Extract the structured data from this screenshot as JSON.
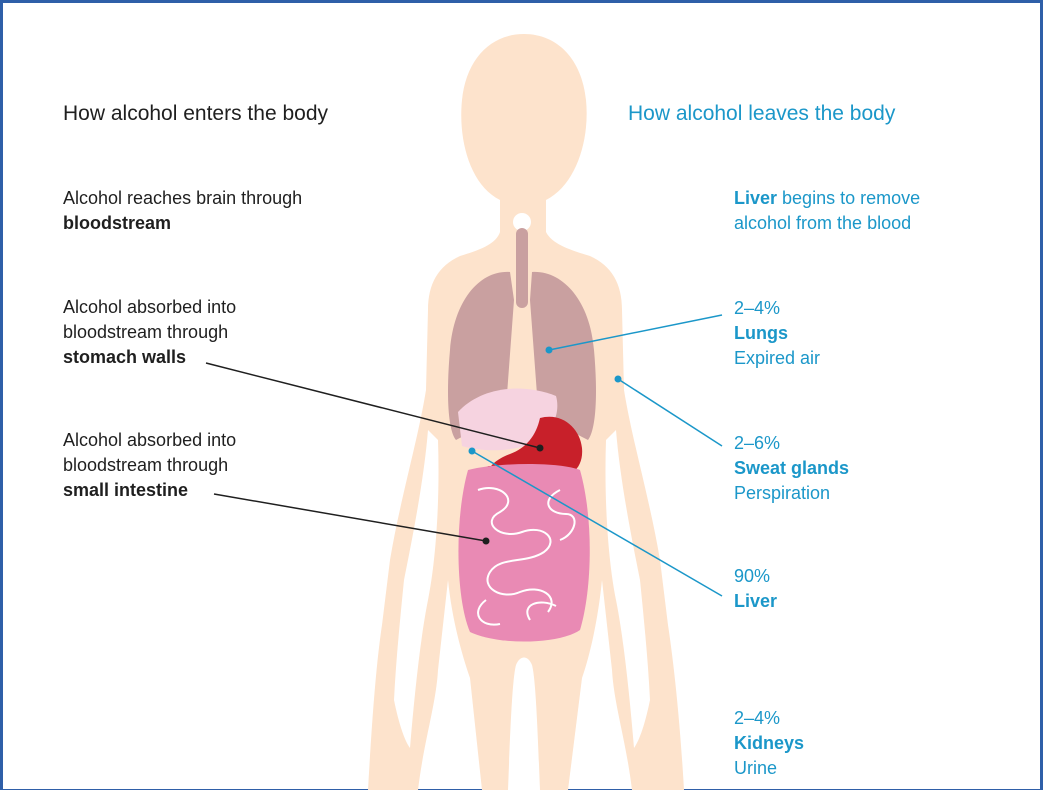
{
  "left": {
    "heading": "How alcohol enters the body",
    "brain": {
      "line1": "Alcohol reaches brain through",
      "bold": "bloodstream"
    },
    "stomach": {
      "line1": "Alcohol absorbed into",
      "line2": "bloodstream through",
      "bold": "stomach walls"
    },
    "intestine": {
      "line1": "Alcohol absorbed into",
      "line2": "bloodstream through",
      "bold": "small intestine"
    }
  },
  "right": {
    "heading": "How alcohol leaves the body",
    "liver_note": {
      "bold": "Liver",
      "rest": " begins to remove",
      "line2": "alcohol from the blood"
    },
    "lungs": {
      "percent": "2–4%",
      "organ": "Lungs",
      "desc": "Expired air"
    },
    "sweat": {
      "percent": "2–6%",
      "organ": "Sweat glands",
      "desc": "Perspiration"
    },
    "liver": {
      "percent": "90%",
      "organ": "Liver"
    },
    "kidneys": {
      "percent": "2–4%",
      "organ": "Kidneys",
      "desc": "Urine"
    }
  },
  "colors": {
    "skin": "#fde3cc",
    "lungs": "#c9a0a0",
    "liver": "#f6d3e0",
    "stomach": "#c8202a",
    "intestine": "#e98ab4",
    "text_blue": "#1b97c9",
    "text_dark": "#1f1f1f",
    "border": "#2f5fa8"
  }
}
